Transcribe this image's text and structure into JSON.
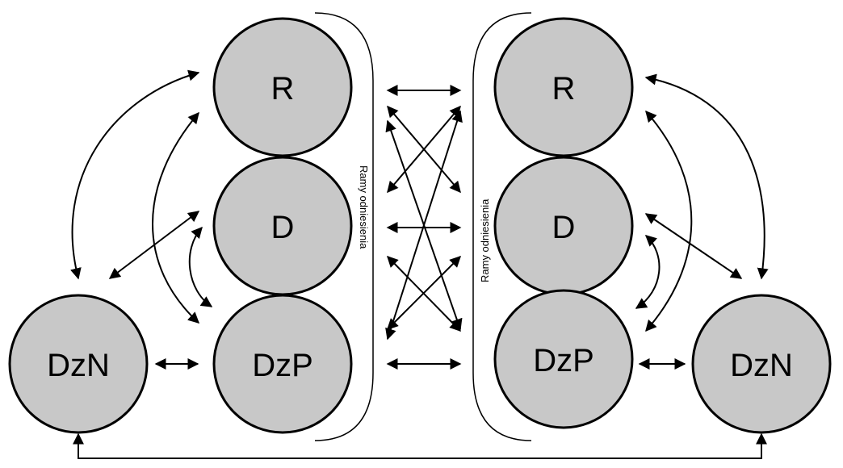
{
  "nodes": {
    "left_r": "R",
    "left_d": "D",
    "left_dzp": "DzP",
    "left_dzn": "DzN",
    "right_r": "R",
    "right_d": "D",
    "right_dzp": "DzP",
    "right_dzn": "DzN"
  },
  "frames": {
    "left_label": "Ramy odniesienia",
    "right_label": "Ramy odniesienia"
  }
}
